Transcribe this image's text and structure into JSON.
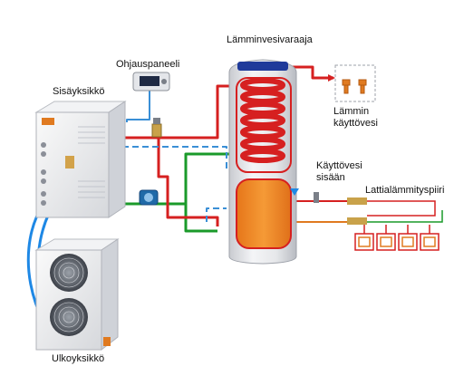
{
  "labels": {
    "control_panel": "Ohjauspaneeli",
    "indoor_unit": "Sisäyksikkö",
    "outdoor_unit": "Ulkoyksikkö",
    "water_heater": "Lämminvesivaraaja",
    "hot_water_line1": "Lämmin",
    "hot_water_line2": "käyttövesi",
    "cold_water_line1": "Käyttövesi",
    "cold_water_line2": "sisään",
    "floor_heating": "Lattialämmityspiiri"
  },
  "colors": {
    "hot_pipe": "#d62020",
    "return_pipe": "#1a9a2a",
    "refrigerant_pipe": "#3a8fd6",
    "cold_water": "#1e88e5",
    "floor_pipe": "#e07a20",
    "tank_body": "#e8e8ea",
    "tank_water": "#f08a1e",
    "coil": "#e02424"
  },
  "icons": {
    "control_panel": "thermostat-panel-icon",
    "faucet": "hot-water-faucet-icon",
    "pump": "circulation-pump-icon",
    "valve": "three-way-valve-icon"
  }
}
